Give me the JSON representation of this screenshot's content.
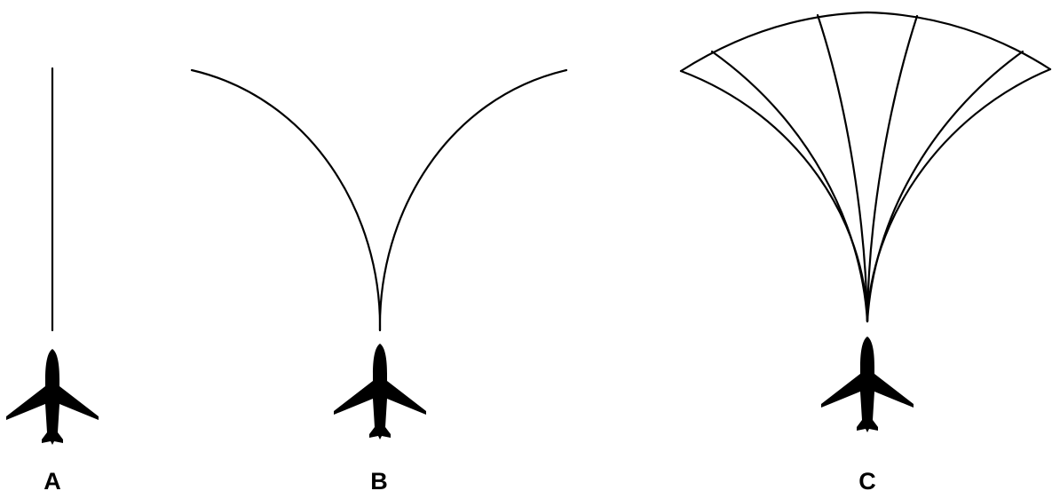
{
  "panels": [
    {
      "label": "A",
      "icon": "airplane-icon"
    },
    {
      "label": "B",
      "icon": "airplane-icon"
    },
    {
      "label": "C",
      "icon": "airplane-icon"
    }
  ],
  "colors": {
    "stroke": "#000000",
    "background": "#ffffff"
  }
}
